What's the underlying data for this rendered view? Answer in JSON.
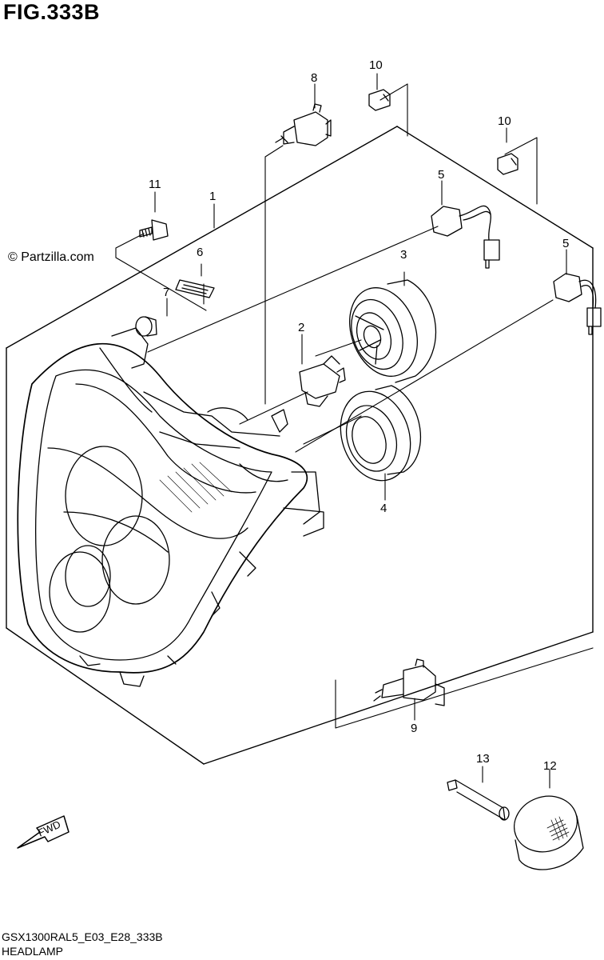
{
  "figure_title": "FIG.333B",
  "watermark": "© Partzilla.com",
  "footer_code": "GSX1300RAL5_E03_E28_333B",
  "footer_name": "HEADLAMP",
  "fwd_label": "FWD",
  "callouts": {
    "c1": "1",
    "c2": "2",
    "c3": "3",
    "c4": "4",
    "c5a": "5",
    "c5b": "5",
    "c6": "6",
    "c7": "7",
    "c8": "8",
    "c9": "9",
    "c10a": "10",
    "c10b": "10",
    "c11": "11",
    "c12": "12",
    "c13": "13"
  },
  "colors": {
    "line": "#000000",
    "background": "#ffffff"
  }
}
